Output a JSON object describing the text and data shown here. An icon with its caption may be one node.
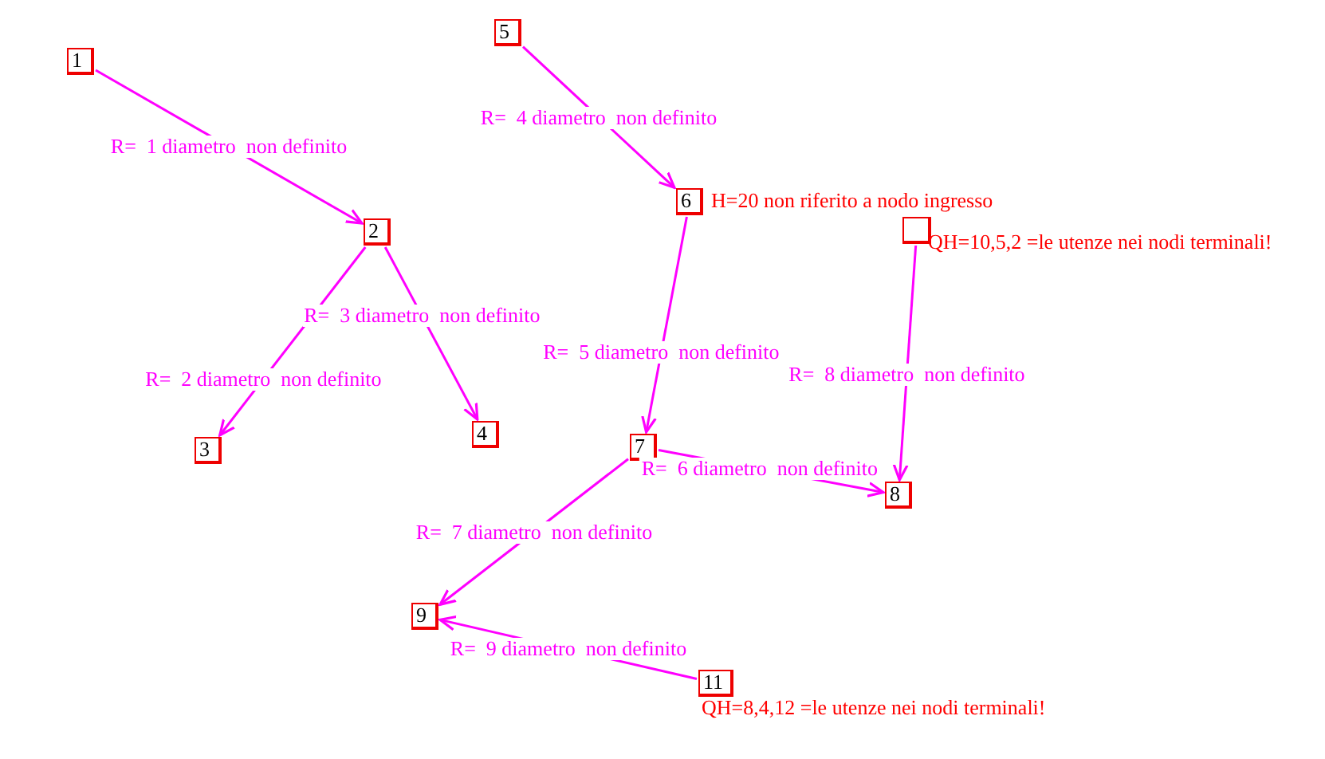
{
  "diagram": {
    "nodes": [
      {
        "text": [
          "1"
        ]
      },
      {
        "text": [
          "2"
        ]
      },
      {
        "text": [
          "3"
        ]
      },
      {
        "text": [
          "4"
        ]
      },
      {
        "text": [
          "5"
        ]
      },
      {
        "text": [
          "6"
        ],
        "beside": [
          "H=20 non riferito a nodo ingresso"
        ]
      },
      {
        "text": [
          "7"
        ]
      },
      {
        "text": [
          "8"
        ]
      },
      {
        "text": [
          "9"
        ]
      },
      {
        "text": [],
        "shape": "box",
        "beside": [
          "QH=10,5,2 =le utenze nei nodi terminali!"
        ]
      },
      {
        "text": [
          "11"
        ],
        "beside": [
          "QH=8,4,12 =le utenze nei nodi terminali!"
        ]
      }
    ],
    "edges": [
      {
        "from": 0,
        "to": 1,
        "arrow": "to",
        "label": "R=  1 diametro  non definito"
      },
      {
        "from": 1,
        "to": 2,
        "arrow": "to",
        "label": "R=  2 diametro  non definito"
      },
      {
        "from": 1,
        "to": 3,
        "arrow": "to",
        "label": "R=  3 diametro  non definito"
      },
      {
        "from": 4,
        "to": 5,
        "arrow": "to",
        "label": "R=  4 diametro  non definito"
      },
      {
        "from": 5,
        "to": 6,
        "arrow": "to",
        "label": "R=  5 diametro  non definito"
      },
      {
        "from": 6,
        "to": 7,
        "arrow": "to",
        "label": "R=  6 diametro  non definito"
      },
      {
        "from": 6,
        "to": 8,
        "arrow": "to",
        "label": "R=  7 diametro  non definito"
      },
      {
        "from": 9,
        "to": 7,
        "arrow": "to",
        "label": "R=  8 diametro  non definito"
      },
      {
        "from": 10,
        "to": 8,
        "arrow": "to",
        "label": "R=  9 diametro  non definito"
      }
    ]
  }
}
